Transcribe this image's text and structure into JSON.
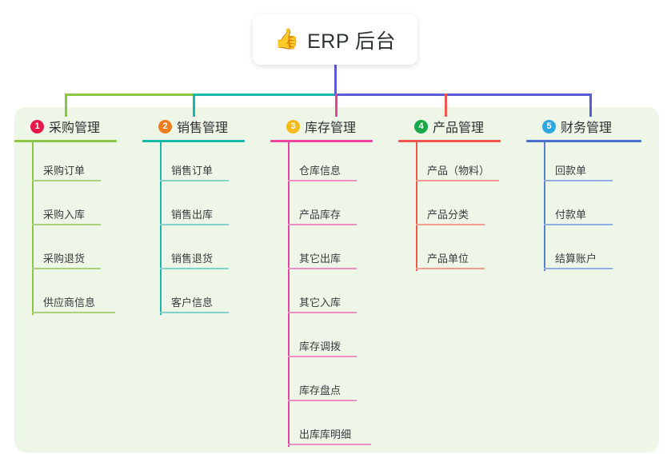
{
  "root": {
    "icon": "thumbs-up-icon",
    "emoji": "👍",
    "title": "ERP 后台"
  },
  "theme": {
    "panel_bg": "#eef7e7",
    "page_bg": "#ffffff",
    "text": "#2f3033",
    "bus_left": "#8cc63f",
    "bus_mid": "#17b8a6",
    "bus_right": "#5b5bd6"
  },
  "columns": [
    {
      "index": "1",
      "title": "采购管理",
      "badge_color": "#e8174a",
      "line_color": "#8cc63f",
      "rule_color": "#8cc63f",
      "item_rule_color": "#a9d27a",
      "connector_color": "#8cc63f",
      "items": [
        "采购订单",
        "采购入库",
        "采购退货",
        "供应商信息"
      ]
    },
    {
      "index": "2",
      "title": "销售管理",
      "badge_color": "#f07c1e",
      "line_color": "#17b8a6",
      "rule_color": "#17b8a6",
      "item_rule_color": "#7fd3c8",
      "connector_color": "#17b8a6",
      "items": [
        "销售订单",
        "销售出库",
        "销售退货",
        "客户信息"
      ]
    },
    {
      "index": "3",
      "title": "库存管理",
      "badge_color": "#f5b919",
      "line_color": "#e0459a",
      "rule_color": "#ee45a0",
      "item_rule_color": "#ef8cc3",
      "connector_color": "#e0459a",
      "items": [
        "仓库信息",
        "产品库存",
        "其它出库",
        "其它入库",
        "库存调拨",
        "库存盘点",
        "出库库明细"
      ]
    },
    {
      "index": "4",
      "title": "产品管理",
      "badge_color": "#18a849",
      "line_color": "#f1554f",
      "rule_color": "#f1554f",
      "item_rule_color": "#f79a92",
      "connector_color": "#f1554f",
      "items": [
        "产品（物料）",
        "产品分类",
        "产品单位"
      ]
    },
    {
      "index": "5",
      "title": "财务管理",
      "badge_color": "#2ba7e0",
      "line_color": "#5b7ed1",
      "rule_color": "#4a6fd0",
      "item_rule_color": "#93aee6",
      "connector_color": "#5b5bd6",
      "items": [
        "回款单",
        "付款单",
        "结算账户"
      ]
    }
  ]
}
